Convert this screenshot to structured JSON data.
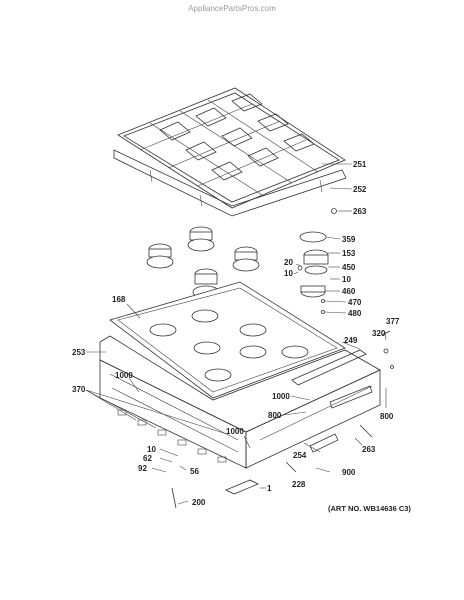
{
  "site": "AppliancePartsPros.com",
  "art_no": "(ART NO. WB14636 C3)",
  "labels": {
    "l251": "251",
    "l252": "252",
    "l263a": "263",
    "l359": "359",
    "l153": "153",
    "l20": "20",
    "l450": "450",
    "l10a": "10",
    "l10b": "10",
    "l460": "460",
    "l470": "470",
    "l480": "480",
    "l168": "168",
    "l377": "377",
    "l320": "320",
    "l249": "249",
    "l253": "253",
    "l370": "370",
    "l1000a": "1000",
    "l1000b": "1000",
    "l1000c": "1000",
    "l800a": "800",
    "l800b": "800",
    "l263b": "263",
    "l254": "254",
    "l10c": "10",
    "l62": "62",
    "l92": "92",
    "l56": "56",
    "l900": "900",
    "l228": "228",
    "l1": "1",
    "l200": "200"
  }
}
